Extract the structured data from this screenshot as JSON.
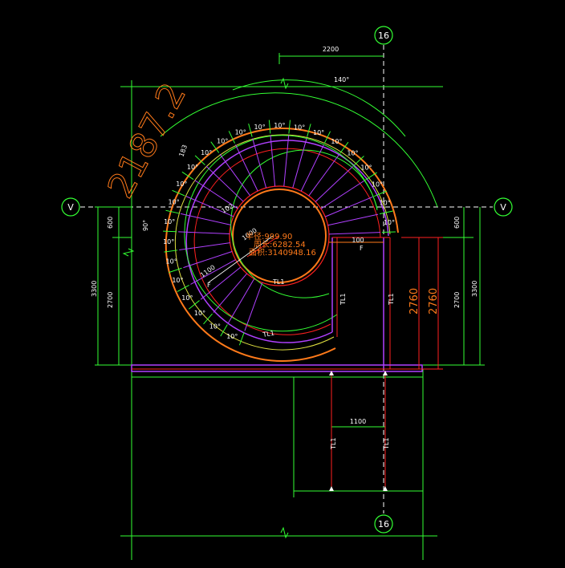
{
  "axes": {
    "top_label": "16",
    "bottom_label": "16",
    "left_label": "V",
    "right_label": "V"
  },
  "dimensions": {
    "top_width": "2200",
    "arc_angle": "140°",
    "left_600": "600",
    "left_2700": "2700",
    "left_3300": "3300",
    "right_600": "600",
    "right_2700": "2700",
    "right_3300": "3300",
    "bottom_1100": "1100",
    "inner_100": "100",
    "radius_1000": "1000",
    "radius_1100": "1100",
    "rise_2760_a": "2760",
    "rise_2760_b": "2760",
    "tread_183": "183",
    "center_102": "102",
    "left_angle": "90°",
    "big_text": "2187.2"
  },
  "step_angles": [
    "10°",
    "10°",
    "10°",
    "10°",
    "10°",
    "10°",
    "10°",
    "10°",
    "10°",
    "10°",
    "10°",
    "10°",
    "10°",
    "10°",
    "10°",
    "10°",
    "10°",
    "10°",
    "10°",
    "10°",
    "10°",
    "10°",
    "10°",
    "10°"
  ],
  "center_info": {
    "radius": "半径:999.90",
    "length": "周长:6282.54",
    "area": "面积:3140948.16"
  },
  "beam_labels": {
    "tl1_a": "TL1",
    "tl1_b": "TL1",
    "tl1_c": "TL1",
    "tl1_d": "TL1",
    "tl1_e": "TL1",
    "tl1_f": "TL1",
    "f_a": "F",
    "f_b": "F"
  },
  "colors": {
    "background": "#000000",
    "grid": "#33ff33",
    "stair_outline": "#ff7a1a",
    "treads": "#b040ff",
    "red_line": "#ff2020",
    "yellow": "#e0e040"
  }
}
